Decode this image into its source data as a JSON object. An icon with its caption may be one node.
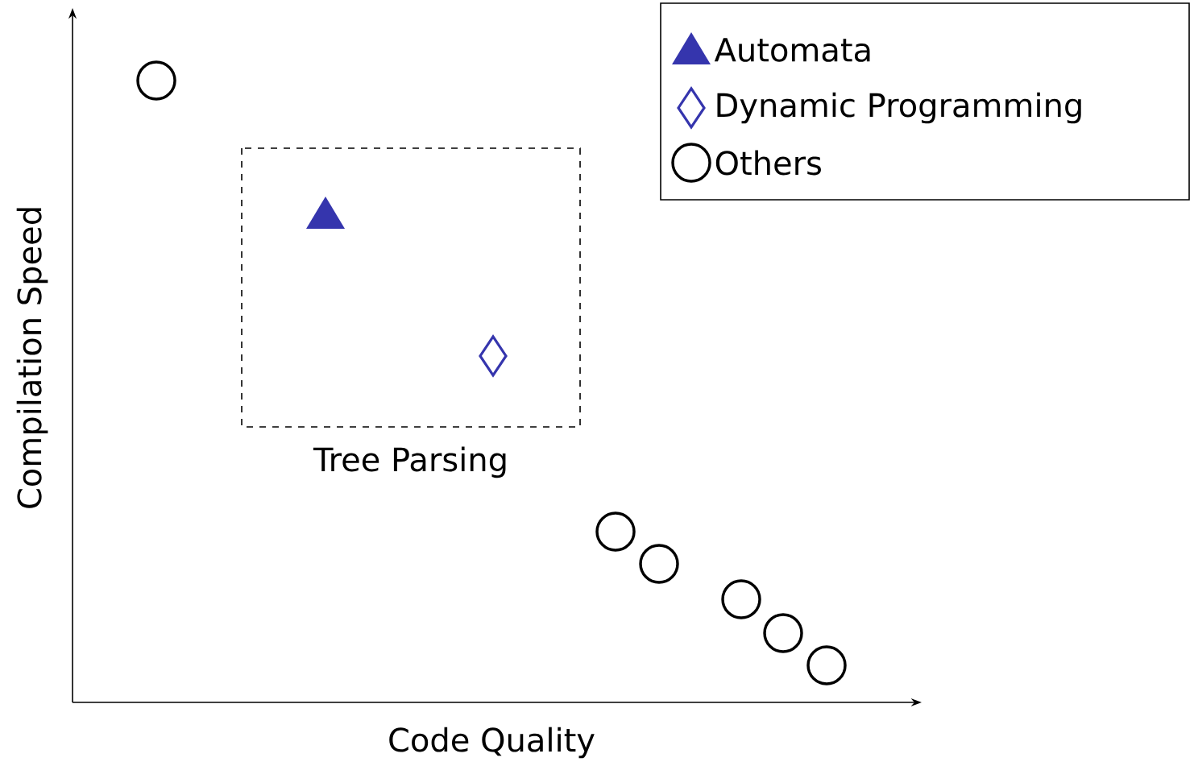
{
  "diagram": {
    "nodes": [
      {
        "text": [
          "Tree Parsing"
        ]
      }
    ],
    "labels": [
      "Compilation Speed",
      "Code Quality"
    ],
    "legend": [
      {
        "text": "Automata"
      },
      {
        "text": "Dynamic Programming"
      },
      {
        "text": "Others"
      }
    ]
  }
}
